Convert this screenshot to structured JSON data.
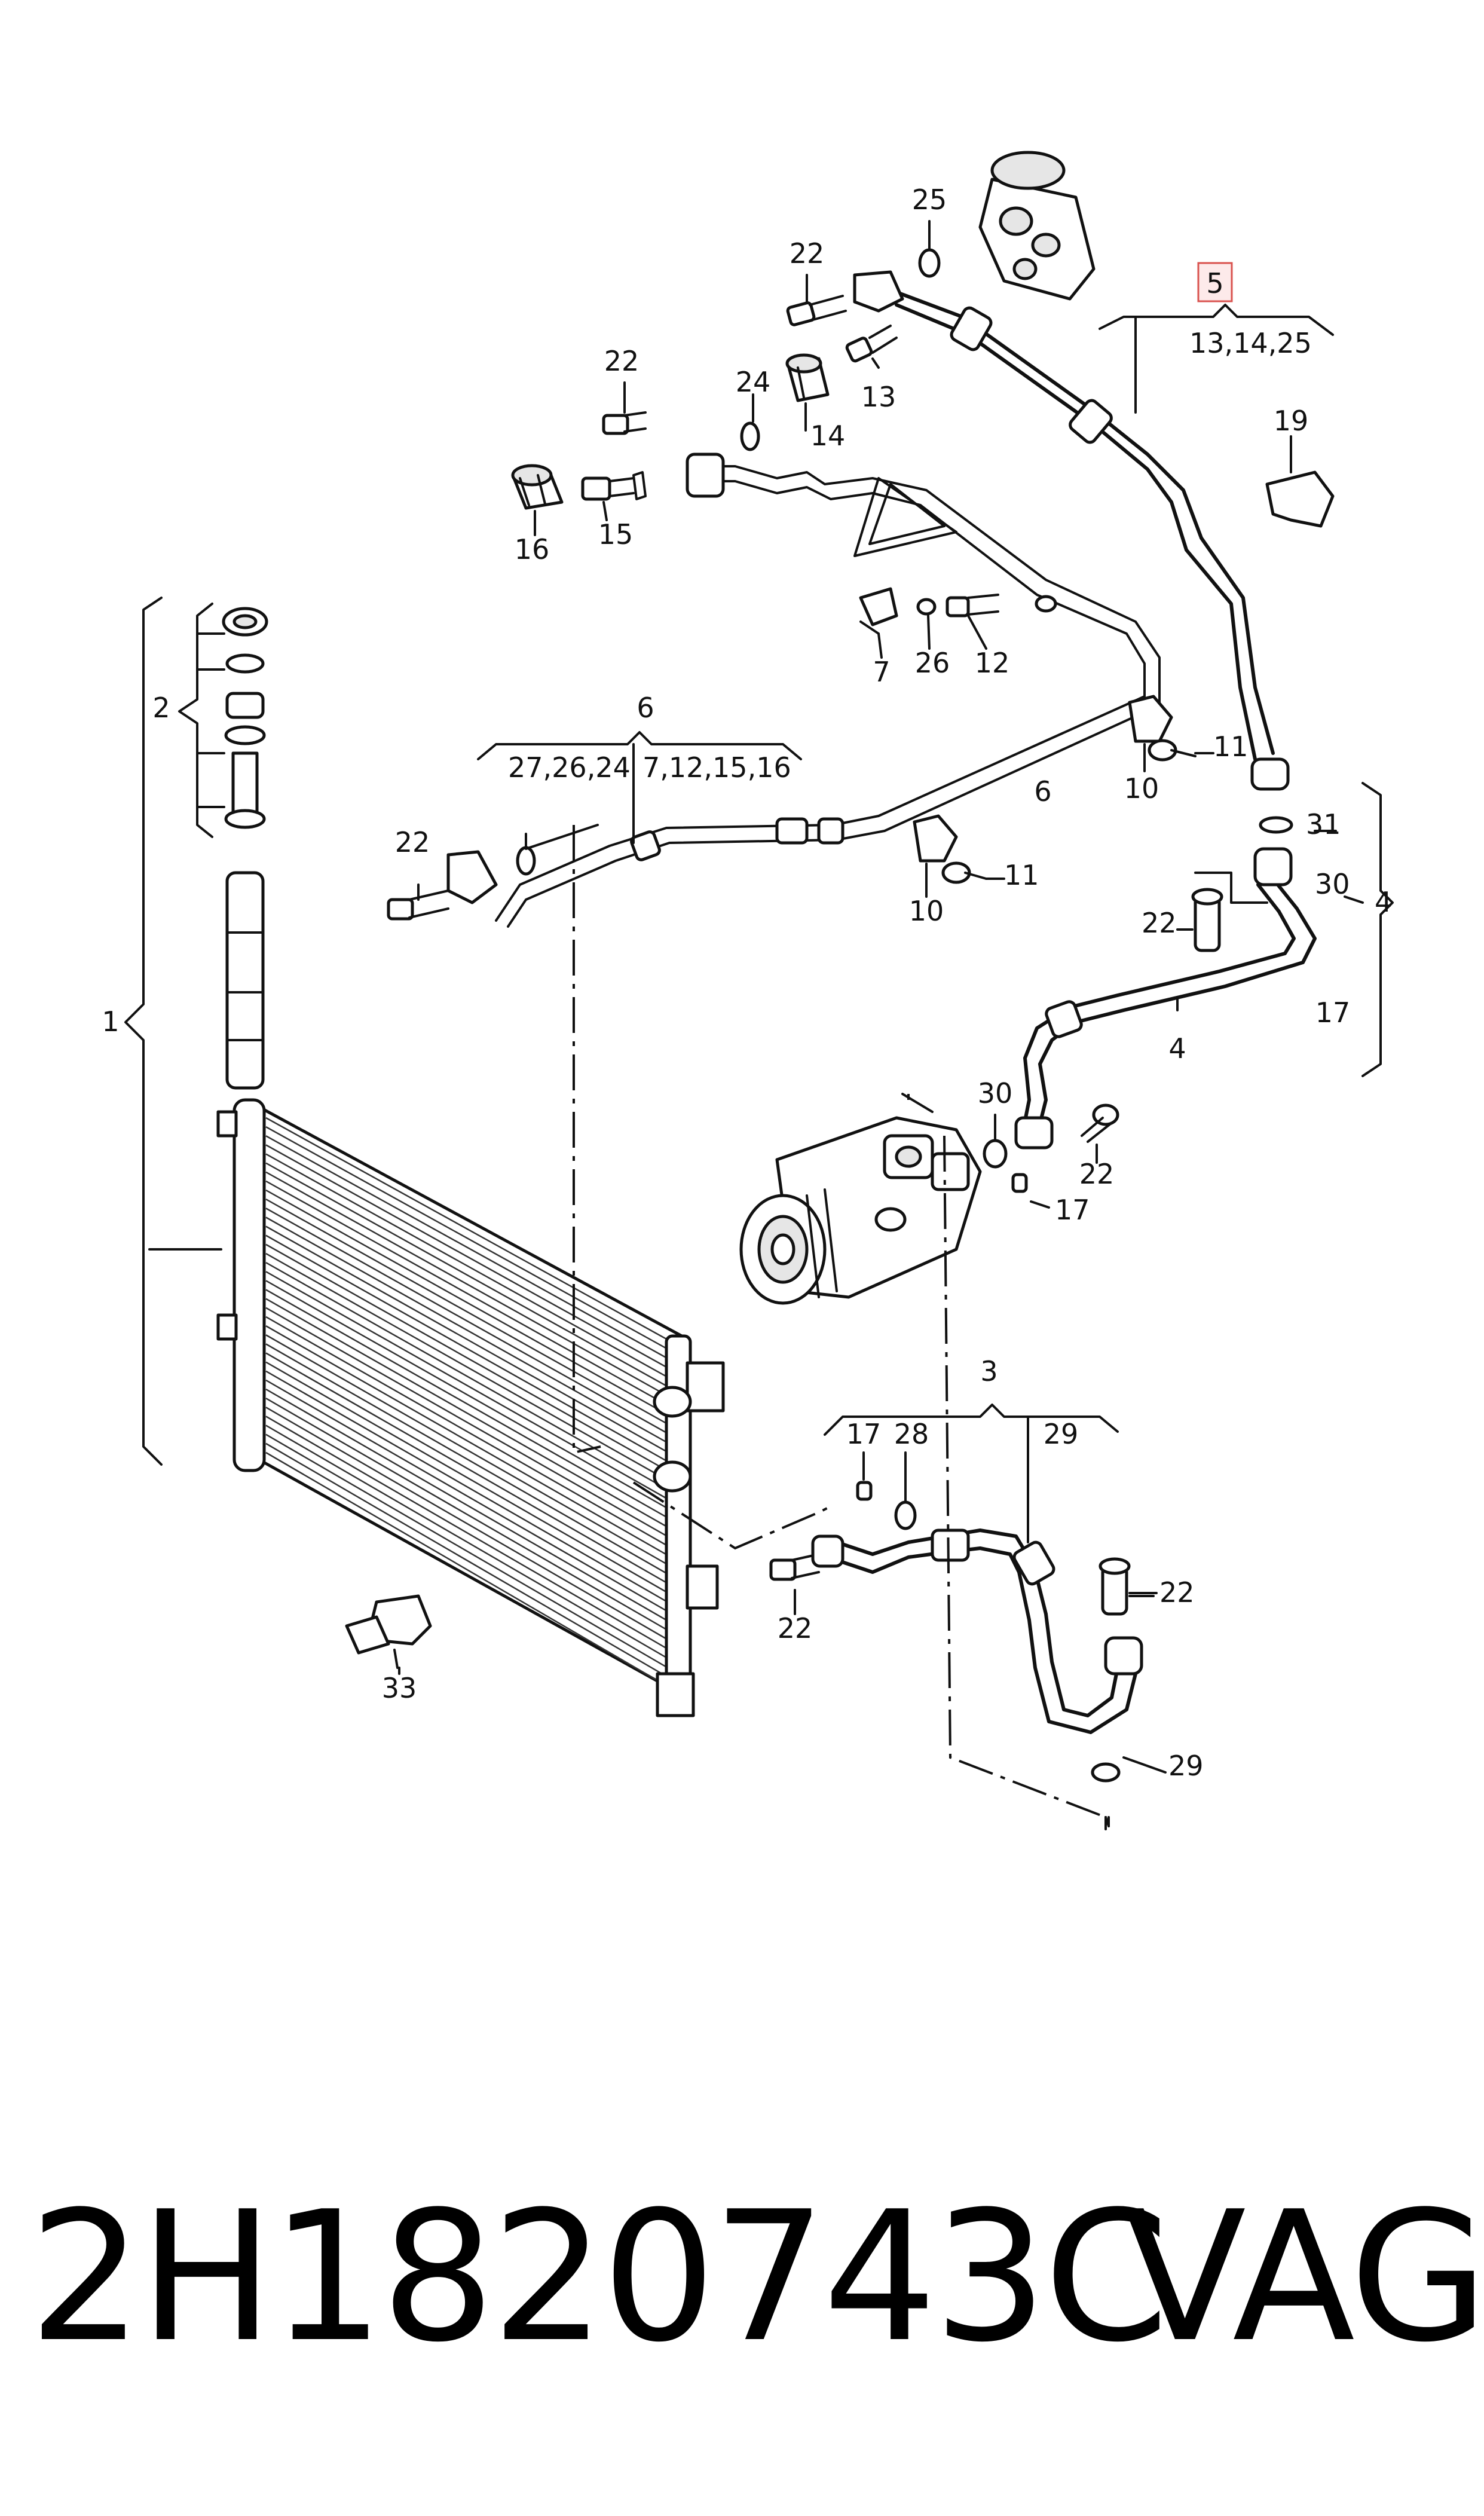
{
  "labels": {
    "l1": "1",
    "l2": "2",
    "l3": "3",
    "l4a": "4",
    "l4b": "4",
    "l5": "5",
    "l5sub": "13,14,25",
    "l6a": "6",
    "l6sub_a": "27,26,24",
    "l6sub_b": "7,12,15,16",
    "l6b": "6",
    "l7": "7",
    "l10a": "10",
    "l10b": "10",
    "l11a": "11",
    "l11b": "11",
    "l12": "12",
    "l13": "13",
    "l14": "14",
    "l15": "15",
    "l16": "16",
    "l17a": "17",
    "l17b": "17",
    "l17c": "17",
    "l19": "19",
    "l22a": "22",
    "l22b": "22",
    "l22c": "22",
    "l22d": "22",
    "l22e": "22",
    "l22f": "22",
    "l22g": "22",
    "l24": "24",
    "l25": "25",
    "l26": "26",
    "l28": "28",
    "l29a": "29",
    "l29b": "29",
    "l30a": "30",
    "l30b": "30",
    "l31": "31",
    "l33": "33"
  },
  "highlight": {
    "color": "#d9534f",
    "fill": "#fdeaea"
  },
  "footer": {
    "part_number": "2H1820743C",
    "brand": "VAG"
  }
}
